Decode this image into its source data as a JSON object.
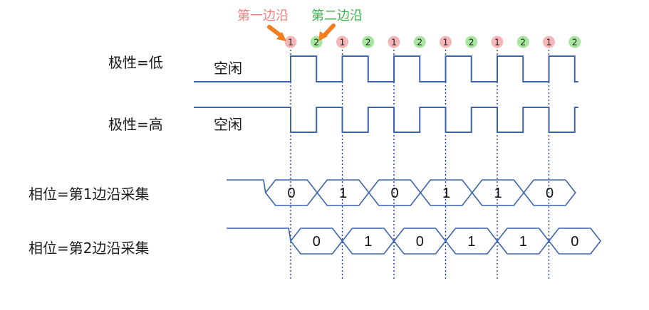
{
  "legend": {
    "first_edge": "第一边沿",
    "second_edge": "第二边沿",
    "first_color": "#f08080",
    "second_color": "#3cb44b",
    "arrow_color": "#f57c1f"
  },
  "rows": {
    "polarity_low": "极性=低",
    "polarity_high": "极性=高",
    "idle": "空闲",
    "phase_first": "相位=第1边沿采集",
    "phase_second": "相位=第2边沿采集"
  },
  "edge_markers": [
    "1",
    "2",
    "1",
    "2",
    "1",
    "2",
    "1",
    "2",
    "1",
    "2",
    "1",
    "2"
  ],
  "bits_first_edge": [
    "0",
    "1",
    "0",
    "1",
    "1",
    "0"
  ],
  "bits_second_edge": [
    "0",
    "1",
    "0",
    "1",
    "1",
    "0"
  ],
  "colors": {
    "signal": "#3a63b0",
    "marker_one": "#f4b6b6",
    "marker_two": "#a8e6a0",
    "guide": "#1f3aa0"
  }
}
